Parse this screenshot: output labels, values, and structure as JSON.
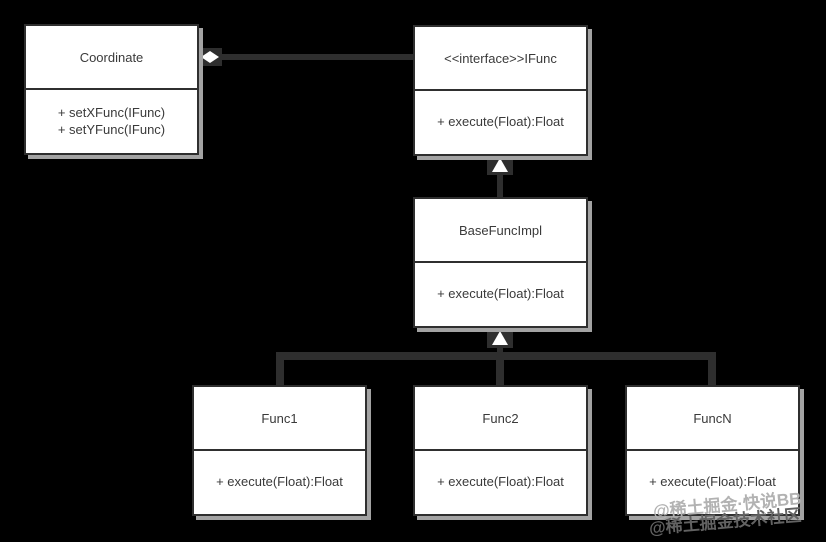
{
  "diagram": {
    "type": "uml-class-diagram",
    "background_color": "#000000",
    "box_fill": "#ffffff",
    "box_border_color": "#2f2f2f",
    "box_shadow_color": "#a3a3a3",
    "line_color": "#2e2e2e",
    "text_color": "#3a3a3a",
    "classes": [
      {
        "id": "coordinate",
        "title": "Coordinate",
        "methods": [
          "+ setXFunc(IFunc)",
          "+ setYFunc(IFunc)"
        ]
      },
      {
        "id": "ifunc",
        "title": "<<interface>>IFunc",
        "methods": [
          "+ execute(Float):Float"
        ]
      },
      {
        "id": "basefuncimpl",
        "title": "BaseFuncImpl",
        "methods": [
          "+ execute(Float):Float"
        ]
      },
      {
        "id": "func1",
        "title": "Func1",
        "methods": [
          "+ execute(Float):Float"
        ]
      },
      {
        "id": "func2",
        "title": "Func2",
        "methods": [
          "+ execute(Float):Float"
        ]
      },
      {
        "id": "funcn",
        "title": "FuncN",
        "methods": [
          "+ execute(Float):Float"
        ]
      }
    ],
    "relationships": [
      {
        "type": "aggregation",
        "from": "Coordinate",
        "to": "IFunc",
        "marker": "white-diamond-at-source"
      },
      {
        "type": "realization",
        "from": "BaseFuncImpl",
        "to": "IFunc",
        "marker": "white-triangle-at-target"
      },
      {
        "type": "generalization",
        "from": "Func1",
        "to": "BaseFuncImpl",
        "marker": "white-triangle-at-target"
      },
      {
        "type": "generalization",
        "from": "Func2",
        "to": "BaseFuncImpl",
        "marker": "white-triangle-at-target"
      },
      {
        "type": "generalization",
        "from": "FuncN",
        "to": "BaseFuncImpl",
        "marker": "white-triangle-at-target"
      }
    ],
    "watermark": {
      "line1": "@稀土掘金·快说BB",
      "line2": "@稀土掘金技术社区",
      "line1_color": "#b2b2b2",
      "line2_color": "#626262"
    }
  }
}
